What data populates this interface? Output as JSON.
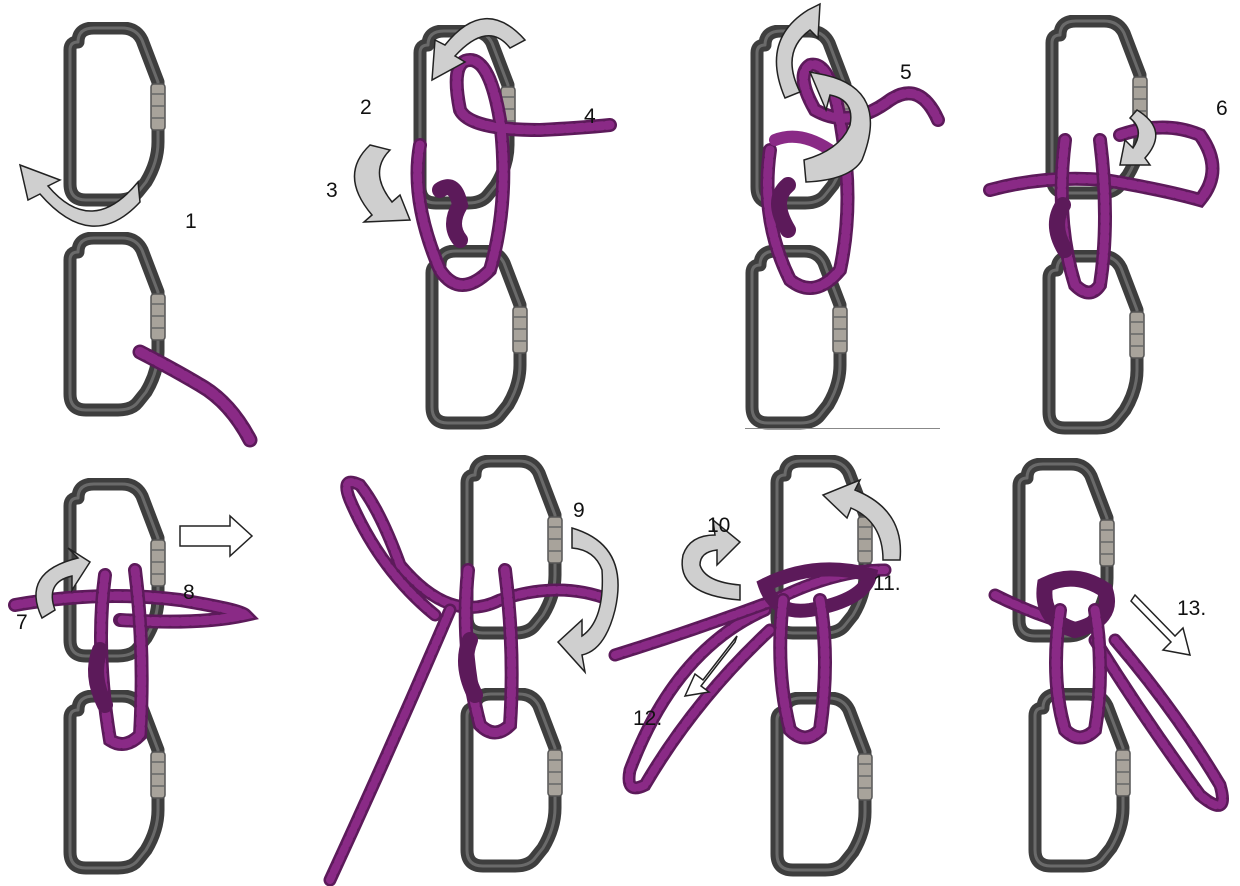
{
  "title": "",
  "colors": {
    "carabiner": "#3e3e3e",
    "carabiner_dark": "#1e1e1e",
    "gate": "#a8a39b",
    "rope": "#8a2a86",
    "rope_dark": "#5c1a5a",
    "arrow_fill": "#cfcfcf",
    "arrow_stroke": "#222222"
  },
  "steps": [
    {
      "label": "1"
    },
    {
      "label": "2"
    },
    {
      "label": "3"
    },
    {
      "label": "4"
    },
    {
      "label": "5"
    },
    {
      "label": "6"
    },
    {
      "label": "7"
    },
    {
      "label": "8"
    },
    {
      "label": "9"
    },
    {
      "label": "10"
    },
    {
      "label": "11."
    },
    {
      "label": "12."
    },
    {
      "label": "13."
    }
  ],
  "icons": [
    "carabiner-icon",
    "rope-icon",
    "curved-arrow-icon",
    "straight-arrow-icon"
  ]
}
